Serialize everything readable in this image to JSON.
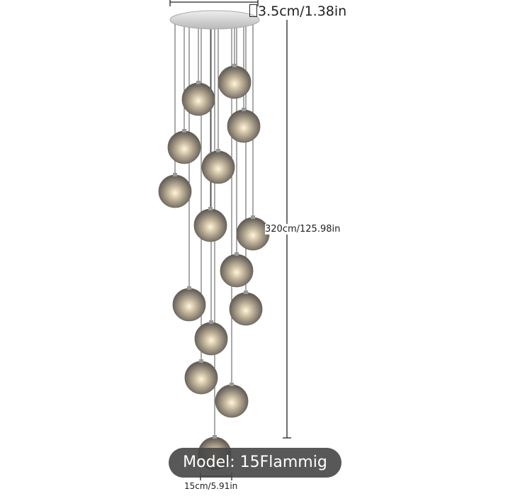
{
  "product": {
    "model_label": "Model: 15Flammig",
    "dimensions": {
      "canopy_height": "3.5cm/1.38in",
      "total_height": "320cm/125.98in",
      "globe_diameter": "15cm/5.91in"
    },
    "globe_count": 15
  },
  "colors": {
    "globe": "#8a8378",
    "glow": "#f4ead0",
    "canopy": "#d8d8d8",
    "pill": "#464646"
  }
}
